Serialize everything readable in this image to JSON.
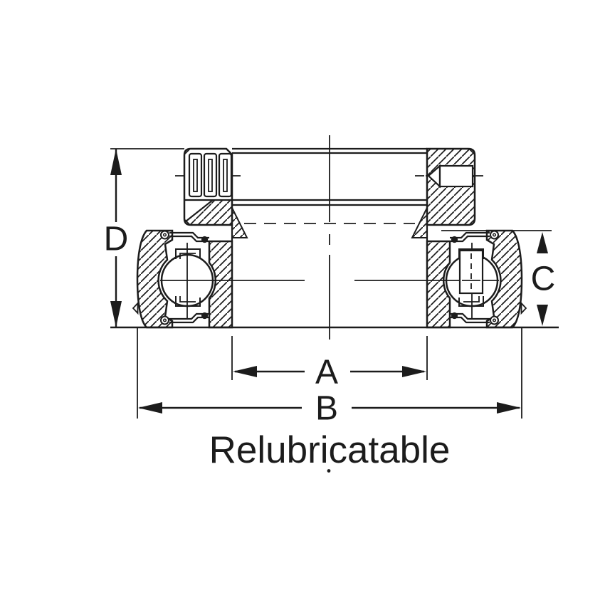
{
  "diagram": {
    "caption": "Relubricatable",
    "dimensions": {
      "a": "A",
      "b": "B",
      "c": "C",
      "d": "D"
    }
  },
  "colors": {
    "line": "#1c1c1c",
    "background": "#ffffff"
  }
}
